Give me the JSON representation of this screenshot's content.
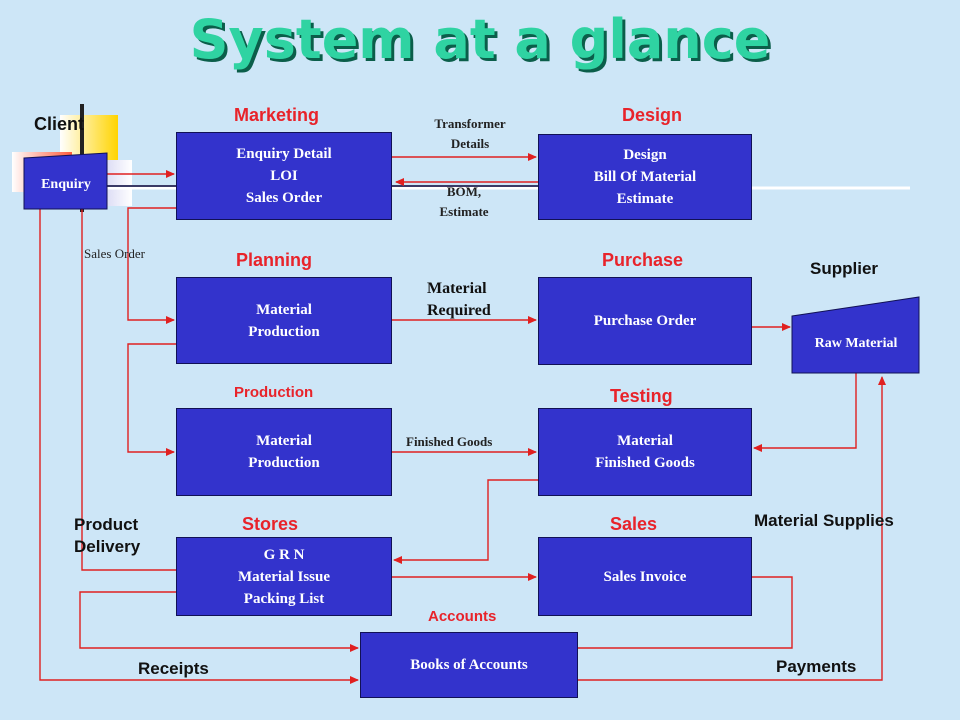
{
  "title": "System at a glance",
  "sections": {
    "marketing": "Marketing",
    "design": "Design",
    "planning": "Planning",
    "purchase": "Purchase",
    "production": "Production",
    "testing": "Testing",
    "stores": "Stores",
    "sales": "Sales",
    "accounts": "Accounts"
  },
  "boxes": {
    "enquiry_client": [
      "Enquiry"
    ],
    "marketing": [
      "Enquiry Detail",
      "LOI",
      "Sales Order"
    ],
    "design": [
      "Design",
      "Bill Of Material",
      "Estimate"
    ],
    "planning": [
      "Material",
      "Production"
    ],
    "purchase": [
      "Purchase Order"
    ],
    "raw_material": [
      "Raw Material"
    ],
    "production": [
      "Material",
      "Production"
    ],
    "testing": [
      "Material",
      "Finished Goods"
    ],
    "stores": [
      "G R N",
      "Material Issue",
      "Packing List"
    ],
    "sales": [
      "Sales Invoice"
    ],
    "accounts": [
      "Books of Accounts"
    ]
  },
  "labels": {
    "client": "Client",
    "supplier": "Supplier",
    "transformer_details": [
      "Transformer",
      "Details"
    ],
    "bom_estimate": [
      "BOM,",
      "Estimate"
    ],
    "sales_order": "Sales Order",
    "material_required": [
      "Material",
      "Required"
    ],
    "finished_goods": "Finished Goods",
    "product_delivery": [
      "Product",
      "Delivery"
    ],
    "material_supplies": "Material Supplies",
    "receipts": "Receipts",
    "payments": "Payments"
  },
  "colors": {
    "box_fill": "#3333cc",
    "section_label": "#e8232a",
    "title": "#2fd3a2",
    "arrow": "#e02020",
    "background": "#cde6f7"
  }
}
